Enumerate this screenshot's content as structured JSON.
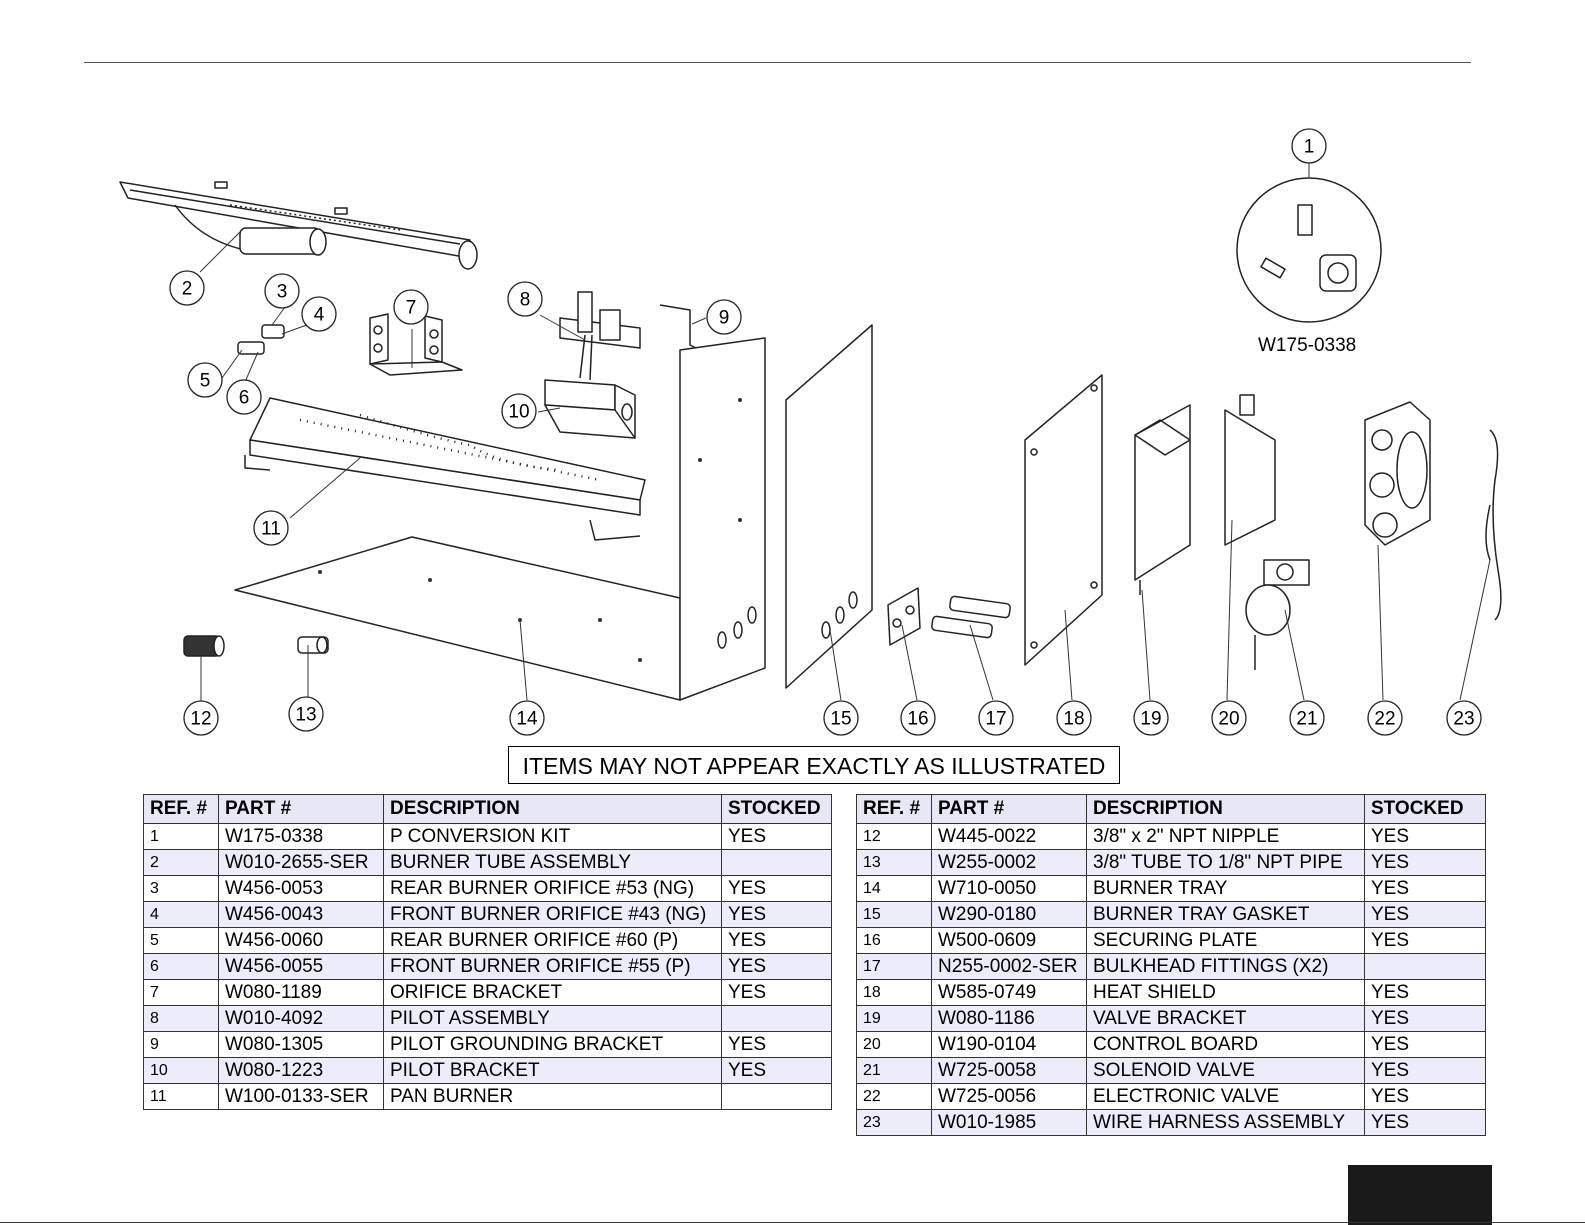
{
  "kit_label": "W175-0338",
  "notice": "ITEMS MAY NOT APPEAR EXACTLY AS ILLUSTRATED",
  "headers": {
    "ref": "REF. #",
    "part": "PART #",
    "description": "DESCRIPTION",
    "stocked": "STOCKED"
  },
  "callouts": [
    "1",
    "2",
    "3",
    "4",
    "5",
    "6",
    "7",
    "8",
    "9",
    "10",
    "11",
    "12",
    "13",
    "14",
    "15",
    "16",
    "17",
    "18",
    "19",
    "20",
    "21",
    "22",
    "23"
  ],
  "parts_left": [
    {
      "ref": "1",
      "part": "W175-0338",
      "description": "P CONVERSION KIT",
      "stocked": "YES"
    },
    {
      "ref": "2",
      "part": "W010-2655-SER",
      "description": "BURNER TUBE ASSEMBLY",
      "stocked": ""
    },
    {
      "ref": "3",
      "part": "W456-0053",
      "description": "REAR BURNER ORIFICE #53 (NG)",
      "stocked": "YES"
    },
    {
      "ref": "4",
      "part": "W456-0043",
      "description": "FRONT BURNER ORIFICE #43 (NG)",
      "stocked": "YES"
    },
    {
      "ref": "5",
      "part": "W456-0060",
      "description": "REAR BURNER ORIFICE #60 (P)",
      "stocked": "YES"
    },
    {
      "ref": "6",
      "part": "W456-0055",
      "description": "FRONT BURNER ORIFICE #55 (P)",
      "stocked": "YES"
    },
    {
      "ref": "7",
      "part": "W080-1189",
      "description": "ORIFICE BRACKET",
      "stocked": "YES"
    },
    {
      "ref": "8",
      "part": "W010-4092",
      "description": "PILOT ASSEMBLY",
      "stocked": ""
    },
    {
      "ref": "9",
      "part": "W080-1305",
      "description": "PILOT GROUNDING BRACKET",
      "stocked": "YES"
    },
    {
      "ref": "10",
      "part": "W080-1223",
      "description": "PILOT BRACKET",
      "stocked": "YES"
    },
    {
      "ref": "11",
      "part": "W100-0133-SER",
      "description": "PAN BURNER",
      "stocked": ""
    }
  ],
  "parts_right": [
    {
      "ref": "12",
      "part": "W445-0022",
      "description": "3/8\" x 2\" NPT NIPPLE",
      "stocked": "YES"
    },
    {
      "ref": "13",
      "part": "W255-0002",
      "description": "3/8\" TUBE TO 1/8\" NPT PIPE",
      "stocked": "YES"
    },
    {
      "ref": "14",
      "part": "W710-0050",
      "description": "BURNER TRAY",
      "stocked": "YES"
    },
    {
      "ref": "15",
      "part": "W290-0180",
      "description": "BURNER TRAY GASKET",
      "stocked": "YES"
    },
    {
      "ref": "16",
      "part": "W500-0609",
      "description": "SECURING PLATE",
      "stocked": "YES"
    },
    {
      "ref": "17",
      "part": "N255-0002-SER",
      "description": "BULKHEAD FITTINGS (X2)",
      "stocked": ""
    },
    {
      "ref": "18",
      "part": "W585-0749",
      "description": "HEAT SHIELD",
      "stocked": "YES"
    },
    {
      "ref": "19",
      "part": "W080-1186",
      "description": "VALVE BRACKET",
      "stocked": "YES"
    },
    {
      "ref": "20",
      "part": "W190-0104",
      "description": "CONTROL BOARD",
      "stocked": "YES"
    },
    {
      "ref": "21",
      "part": "W725-0058",
      "description": "SOLENOID VALVE",
      "stocked": "YES"
    },
    {
      "ref": "22",
      "part": "W725-0056",
      "description": "ELECTRONIC VALVE",
      "stocked": "YES"
    },
    {
      "ref": "23",
      "part": "W010-1985",
      "description": "WIRE HARNESS ASSEMBLY",
      "stocked": "YES"
    }
  ]
}
